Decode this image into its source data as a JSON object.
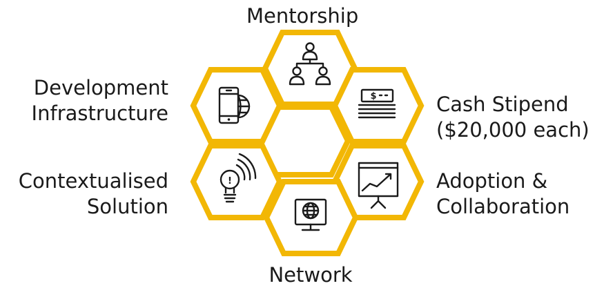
{
  "colors": {
    "accent": "#F2B705",
    "text": "#1a1a1a",
    "background": "#ffffff"
  },
  "benefits": [
    {
      "id": "mentorship",
      "icon": "org-chart-icon",
      "lines": [
        "Mentorship"
      ]
    },
    {
      "id": "cash-stipend",
      "icon": "cash-stack-icon",
      "icon_text": "$",
      "lines": [
        "Cash Stipend",
        "($20,000 each)"
      ]
    },
    {
      "id": "adoption",
      "icon": "presentation-chart-icon",
      "lines": [
        "Adoption &",
        "Collaboration"
      ]
    },
    {
      "id": "network",
      "icon": "globe-monitor-icon",
      "lines": [
        "Network"
      ]
    },
    {
      "id": "contextualised",
      "icon": "lightbulb-signal-icon",
      "icon_text": "!",
      "lines": [
        "Contextualised",
        "Solution"
      ]
    },
    {
      "id": "development",
      "icon": "phone-globe-icon",
      "lines": [
        "Development",
        "Infrastructure"
      ]
    }
  ]
}
